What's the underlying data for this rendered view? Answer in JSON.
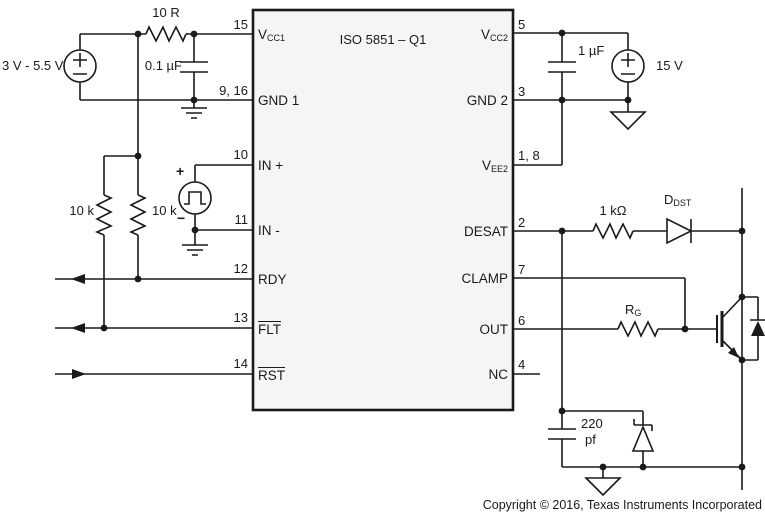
{
  "title": "ISO 5851 – Q1",
  "copyright": "Copyright © 2016, Texas Instruments Incorporated",
  "input_side": {
    "supply_label": "3 V - 5.5 V",
    "series_resistor": "10 R",
    "bypass_cap": "0.1 µF",
    "pullup_left": "10 k",
    "pullup_right": "10 k",
    "pulse_plus": "+",
    "pulse_minus": "−"
  },
  "output_side": {
    "supply_label": "15 V",
    "bypass_cap": "1 µF",
    "desat_resistor": "1 kΩ",
    "desat_diode": {
      "main": "D",
      "sub": "DST"
    },
    "gate_resistor": {
      "main": "R",
      "sub": "G"
    },
    "blanking_cap": {
      "line1": "220",
      "line2": "pf"
    }
  },
  "ic": {
    "left_pins": [
      {
        "number": "15",
        "label": "V",
        "sub": "CC1"
      },
      {
        "number": "9, 16",
        "label": "GND 1"
      },
      {
        "number": "10",
        "label": "IN +"
      },
      {
        "number": "11",
        "label": "IN -"
      },
      {
        "number": "12",
        "label": "RDY"
      },
      {
        "number": "13",
        "label": "FLT",
        "overline": true
      },
      {
        "number": "14",
        "label": "RST",
        "overline": true
      }
    ],
    "right_pins": [
      {
        "number": "5",
        "label": "V",
        "sub": "CC2"
      },
      {
        "number": "3",
        "label": "GND 2"
      },
      {
        "number": "1, 8",
        "label": "V",
        "sub": "EE2"
      },
      {
        "number": "2",
        "label": "DESAT"
      },
      {
        "number": "7",
        "label": "CLAMP"
      },
      {
        "number": "6",
        "label": "OUT"
      },
      {
        "number": "4",
        "label": "NC"
      }
    ]
  }
}
